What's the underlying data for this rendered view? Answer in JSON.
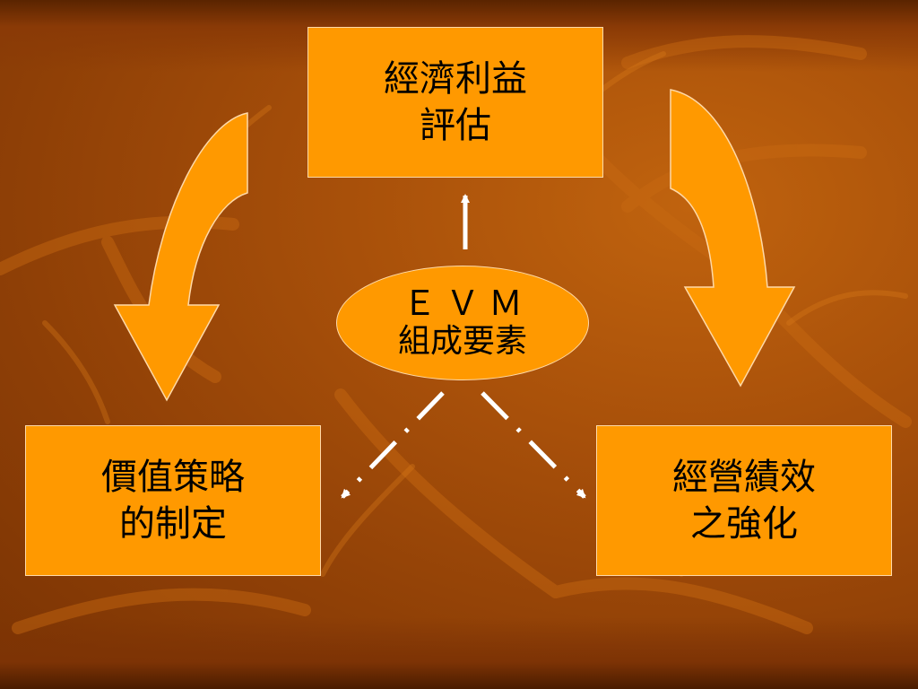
{
  "nodes": {
    "top": {
      "line1": "經濟利益",
      "line2": "評估"
    },
    "left": {
      "line1": "價值策略",
      "line2": "的制定"
    },
    "right": {
      "line1": "經營績效",
      "line2": "之強化"
    },
    "center": {
      "line1": "ＥＶＭ",
      "line2": "組成要素"
    }
  },
  "edges": [
    {
      "from": "center",
      "to": "top",
      "style": "solid",
      "color": "#ffffff"
    },
    {
      "from": "center",
      "to": "left",
      "style": "dash-dot",
      "color": "#ffffff"
    },
    {
      "from": "center",
      "to": "right",
      "style": "dash-dot",
      "color": "#ffffff"
    },
    {
      "from": "top",
      "to": "left",
      "style": "curved-block-arrow",
      "color": "#ff9900"
    },
    {
      "from": "top",
      "to": "right",
      "style": "curved-block-arrow",
      "color": "#ff9900"
    }
  ],
  "colors": {
    "box_fill": "#ff9900",
    "box_border": "#ffd9a8",
    "background": "#a8500a"
  }
}
